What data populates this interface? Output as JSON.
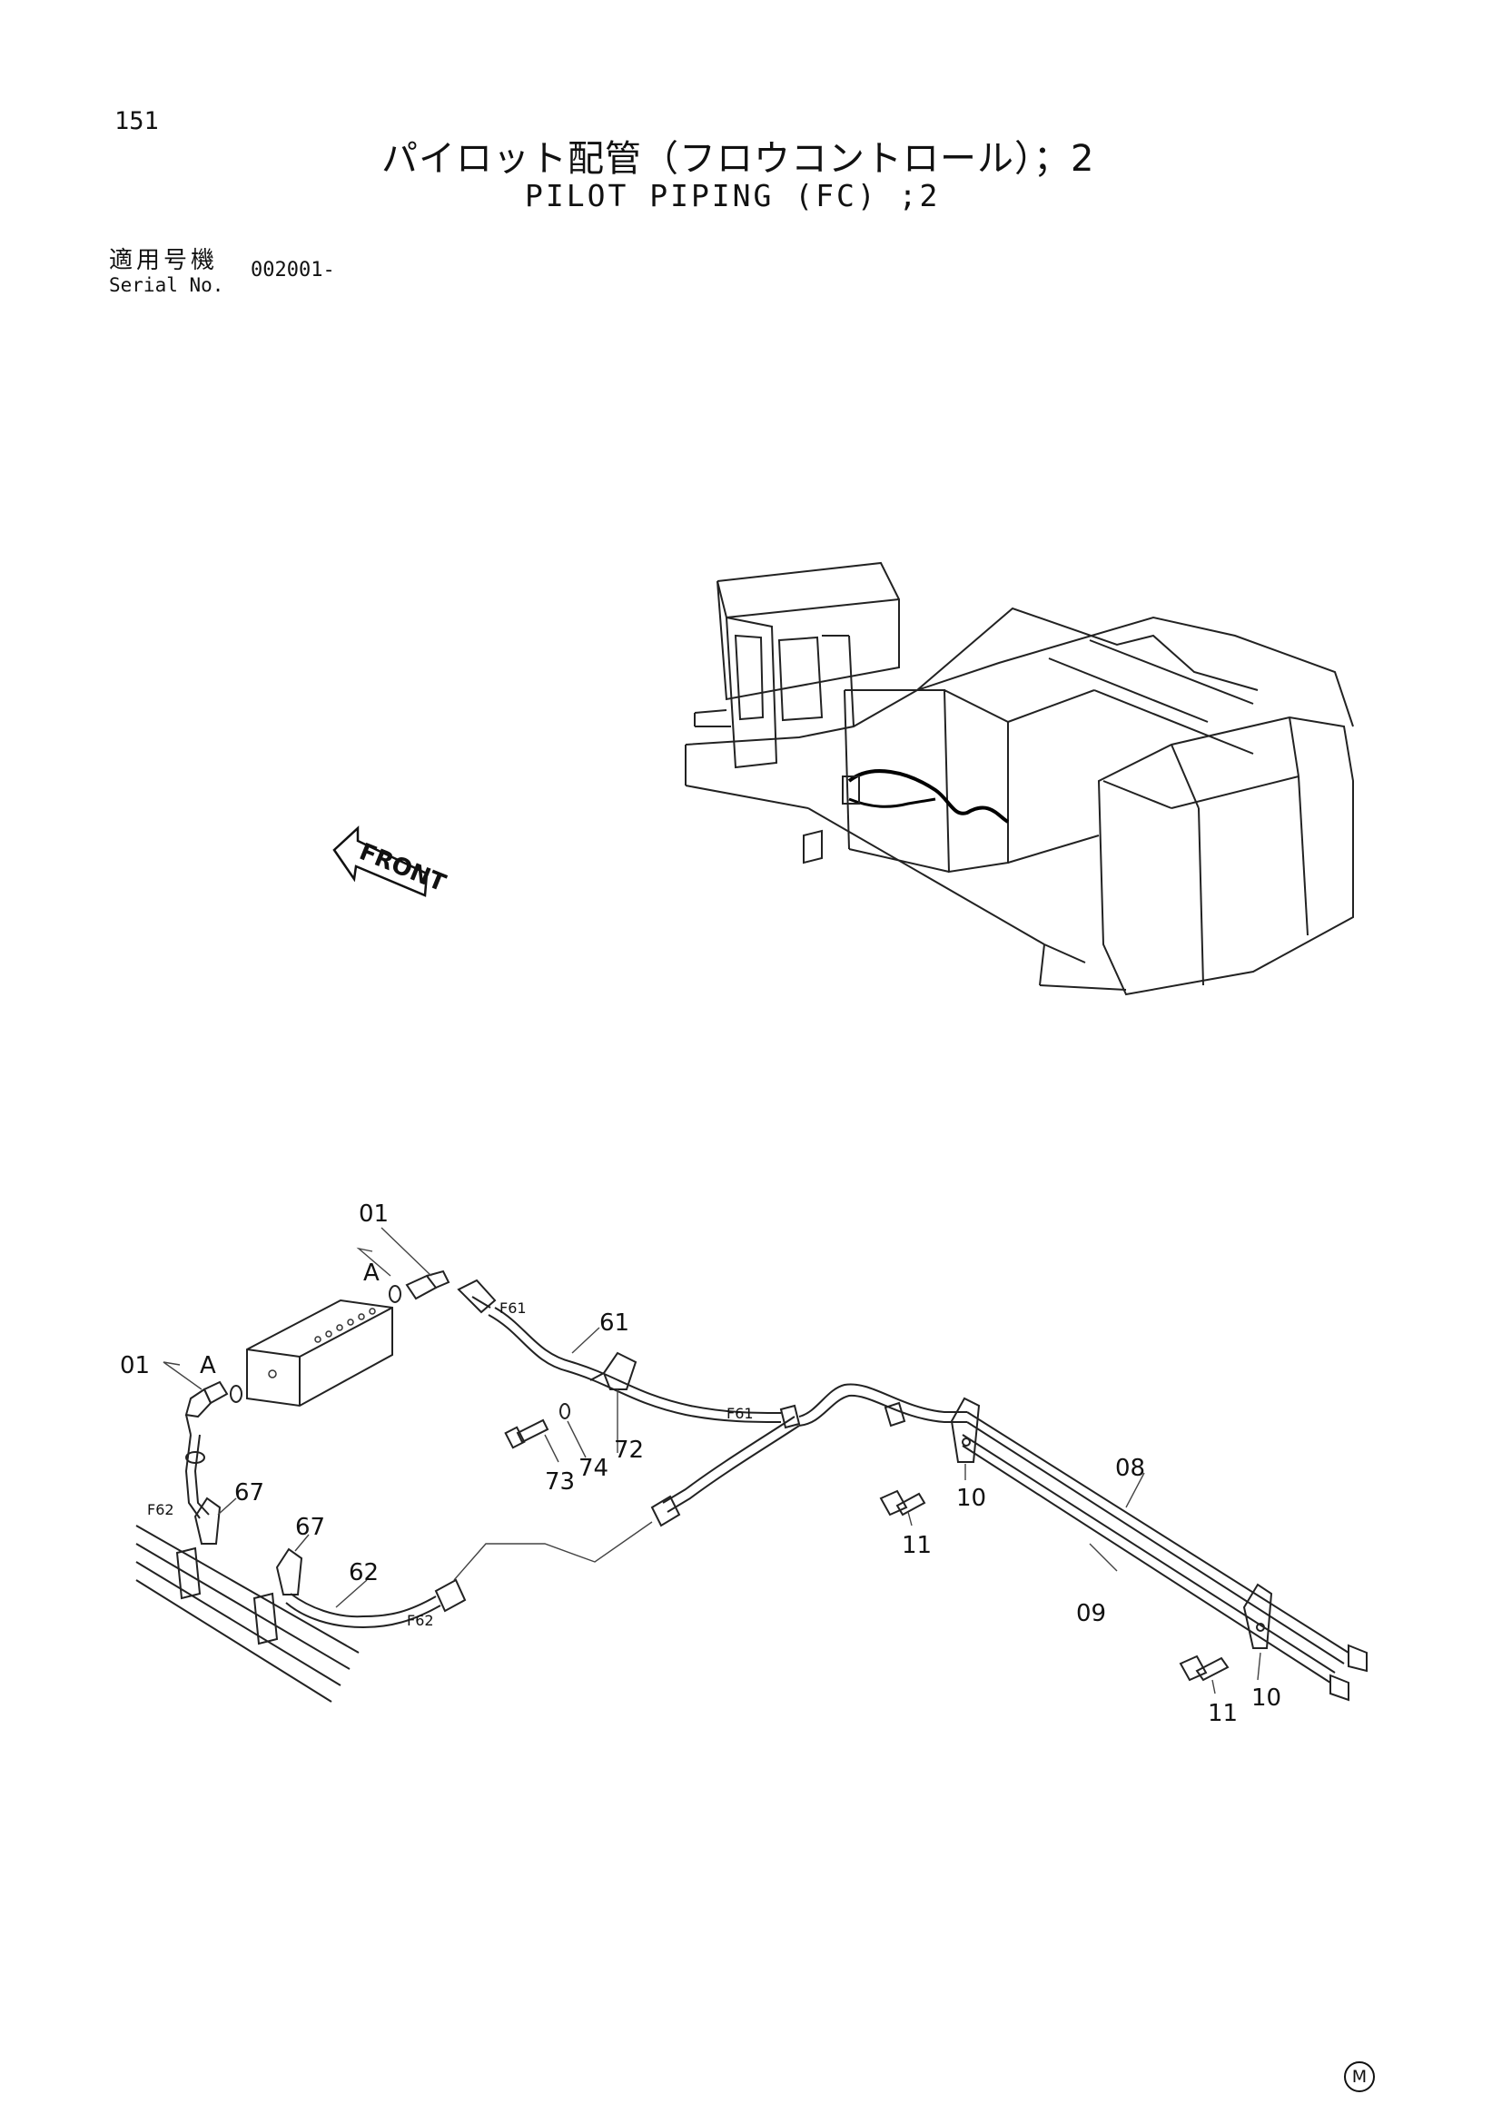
{
  "page_number": "151",
  "title_jp": "パイロット配管（フロウコントロール）；2",
  "title_en": "PILOT PIPING (FC) ;2",
  "serial": {
    "label_jp": "適用号機",
    "label_en": "Serial No.",
    "value": "002001-"
  },
  "front_arrow": "FRONT",
  "part_labels": {
    "p01_top": "01",
    "p01_left": "01",
    "a_top": "A",
    "a_left": "A",
    "p61": "61",
    "p62": "62",
    "p67_a": "67",
    "p67_b": "67",
    "p72": "72",
    "p73": "73",
    "p74": "74",
    "p08": "08",
    "p09": "09",
    "p10_a": "10",
    "p10_b": "10",
    "p11_a": "11",
    "p11_b": "11",
    "f61_a": "F61",
    "f61_b": "F61",
    "f62_a": "F62",
    "f62_b": "F62"
  },
  "corner_mark": "M"
}
